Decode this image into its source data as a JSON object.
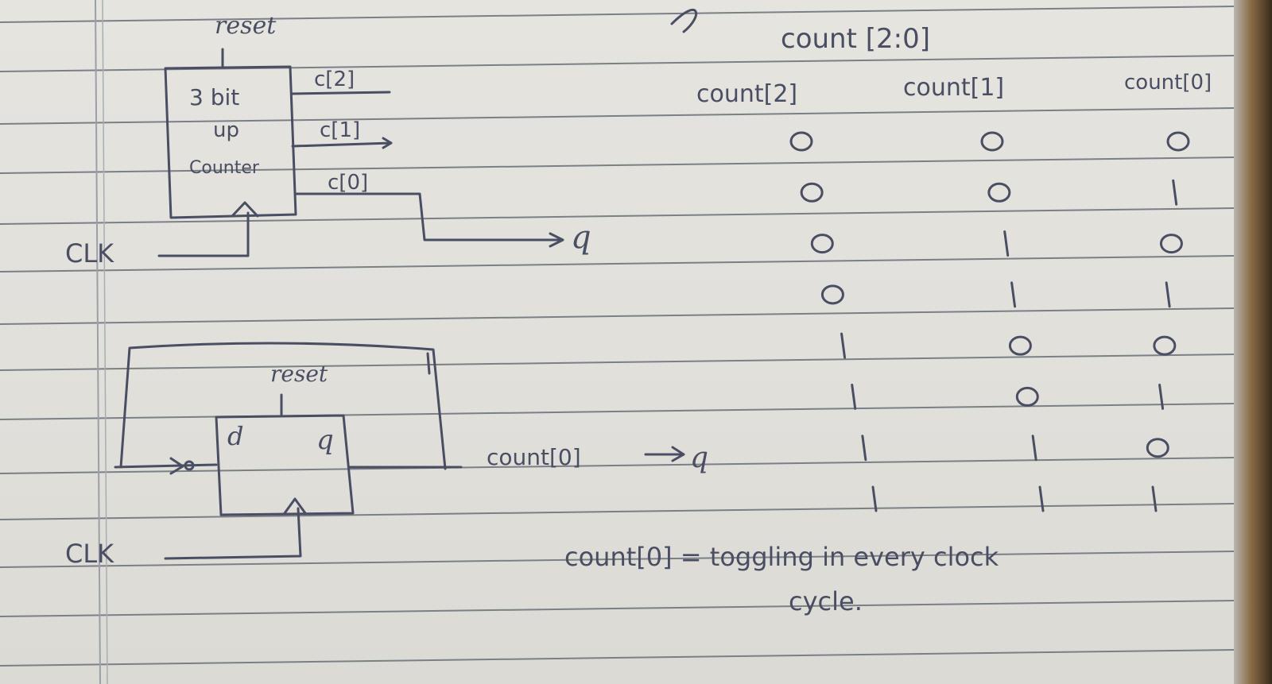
{
  "counter_block": {
    "reset": "reset",
    "label_line1": "3 bit",
    "label_line2": "up",
    "label_line3": "Counter",
    "out2": "c[2]",
    "out1": "c[1]",
    "out0": "c[0]",
    "q": "q",
    "clk": "CLK"
  },
  "dff_block": {
    "reset": "reset",
    "d": "d",
    "q": "q",
    "clk": "CLK",
    "out_text": "count[0]",
    "out_q": "q"
  },
  "table": {
    "title": "count [2:0]",
    "headers": [
      "count[2]",
      "count[1]",
      "count[0]"
    ],
    "rows": [
      [
        "0",
        "0",
        "0"
      ],
      [
        "0",
        "0",
        "1"
      ],
      [
        "0",
        "1",
        "0"
      ],
      [
        "0",
        "1",
        "1"
      ],
      [
        "1",
        "0",
        "0"
      ],
      [
        "1",
        "0",
        "1"
      ],
      [
        "1",
        "1",
        "0"
      ],
      [
        "1",
        "1",
        "1"
      ]
    ]
  },
  "note": {
    "line1": "count[0] = toggling in every clock",
    "line2": "cycle."
  }
}
